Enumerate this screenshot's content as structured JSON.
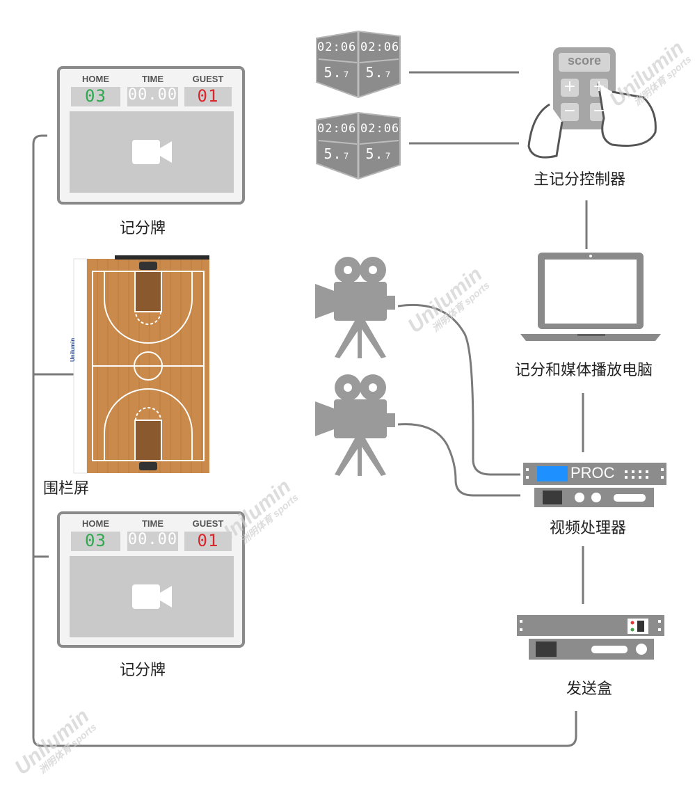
{
  "scoreboard_top": {
    "label": "记分牌",
    "home_label": "HOME",
    "time_label": "TIME",
    "guest_label": "GUEST",
    "home_score": "03",
    "time_value": "00.00",
    "guest_score": "01"
  },
  "scoreboard_bottom": {
    "label": "记分牌",
    "home_label": "HOME",
    "time_label": "TIME",
    "guest_label": "GUEST",
    "home_score": "03",
    "time_value": "00.00",
    "guest_score": "01"
  },
  "court": {
    "label": "围栏屏",
    "board_text": "Unilumin"
  },
  "shot_clocks": [
    {
      "time_left": "02:06",
      "time_right": "02:06",
      "shot_left": "5.₇",
      "shot_right": "5.₇"
    },
    {
      "time_left": "02:06",
      "time_right": "02:06",
      "shot_left": "5.₇",
      "shot_right": "5.₇"
    }
  ],
  "controller": {
    "label": "主记分控制器",
    "key_text": "score",
    "plus": "+",
    "minus": "−"
  },
  "computer": {
    "label": "记分和媒体播放电脑"
  },
  "processor": {
    "label": "视频处理器",
    "brand": "PROC"
  },
  "sender": {
    "label": "发送盒"
  },
  "watermark": {
    "brand": "Unilumin",
    "sub": "洲明体育 sports"
  },
  "colors": {
    "line": "#7a7a7a",
    "device": "#a6a6a6",
    "home": "#2fa84f",
    "guest": "#d9262c",
    "proc_screen": "#1e90ff"
  }
}
